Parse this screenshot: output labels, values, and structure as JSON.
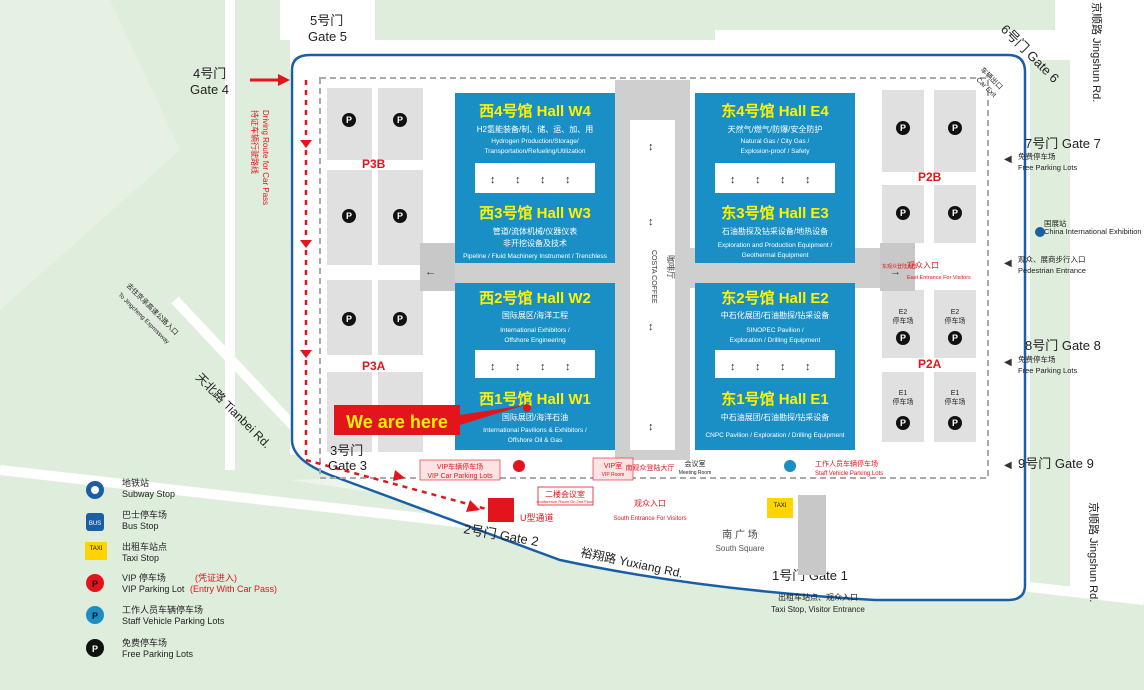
{
  "gates": {
    "gate5_cn": "5号门",
    "gate5_en": "Gate 5",
    "gate4_cn": "4号门",
    "gate4_en": "Gate 4",
    "gate6": "6号门 Gate 6",
    "gate7_cn": "7号门 Gate 7",
    "gate8_cn": "8号门 Gate 8",
    "gate9": "9号门 Gate 9",
    "gate3_cn": "3号门",
    "gate3_en": "Gate 3",
    "gate2": "2号门 Gate 2",
    "gate1": "1号门 Gate 1"
  },
  "roads": {
    "jingshun_top": "京顺路 Jingshun Rd.",
    "jingshun_bottom": "京顺路 Jingshun Rd.",
    "tianbei": "天北路 Tianbei Rd.",
    "yuxiang": "裕翔路 Yuxiang Rd.",
    "expressway_cn": "去往京承高速公路入口",
    "expressway_en": "To Jingcheng Expressway"
  },
  "halls": [
    {
      "title": "西4号馆 Hall W4",
      "cn": "H2氢能装备/制、储、运、加、用",
      "en1": "Hydrogen Production/Storage/",
      "en2": "Transportation/Refueling/Utilization"
    },
    {
      "title": "西3号馆 Hall W3",
      "cn": "管道/流体机械/仪器仪表",
      "cn2": "非开挖设备及技术",
      "en1": "Pipeline / Fluid Machinery Instrument / Trenchless"
    },
    {
      "title": "西2号馆 Hall W2",
      "cn": "国际展区/海洋工程",
      "en1": "International Exhibitors /",
      "en2": "Offshore Engineering"
    },
    {
      "title": "西1号馆 Hall W1",
      "cn": "国际展团/海洋石油",
      "en1": "International Pavilions & Exhibitors /",
      "en2": "Offshore Oil & Gas"
    },
    {
      "title": "东4号馆 Hall E4",
      "cn": "天然气/燃气/防爆/安全防护",
      "en1": "Natural Gas / City Gas /",
      "en2": "Explosion-proof / Safety"
    },
    {
      "title": "东3号馆 Hall E3",
      "cn": "石油勘探及钻采设备/地热设备",
      "en1": "Exploration and Production Equipment /",
      "en2": "Geothermal Equipment"
    },
    {
      "title": "东2号馆 Hall E2",
      "cn": "中石化展团/石油勘探/钻采设备",
      "en1": "SINOPEC Pavilion /",
      "en2": "Exploration / Drilling Equipment"
    },
    {
      "title": "东1号馆 Hall E1",
      "cn": "中石油展团/石油勘探/钻采设备",
      "en1": "CNPC Pavilion / Exploration / Drilling Equipment"
    }
  ],
  "parking": {
    "p3b": "P3B",
    "p3a": "P3A",
    "p2b": "P2B",
    "p2a": "P2A",
    "e2_cn": "E2",
    "e2_sub": "停车场",
    "e1_cn": "E1",
    "e1_sub": "停车场"
  },
  "labels": {
    "we_are_here": "We are here",
    "car_exit_cn": "车辆出口",
    "car_exit_en": "Car Exit",
    "driving_route_cn": "持证车辆行驶路线",
    "driving_route_en": "Driving Route for Car Pass",
    "free_parking_cn": "免费停车场",
    "free_parking_en": "Free Parking Lots",
    "station_cn": "国展站",
    "station_en": "China International Exhibition Center Station",
    "ped_cn": "观众、展商步行入口",
    "ped_en": "Pedestrian Entrance",
    "east_entrance_cn": "观众入口",
    "east_entrance_en": "East Entrance For Visitors",
    "east_hall_cn": "东观众登陆大厅",
    "vip_parking_cn": "VIP车辆停车场",
    "vip_parking_en": "VIP Car Parking Lots",
    "vip_room_cn": "VIP室",
    "vip_room_en": "VIP Room",
    "south_hall_cn": "南观众登陆大厅",
    "meeting_cn": "会议室",
    "meeting_en": "Meeting Room",
    "staff_parking_cn": "工作人员车辆停车场",
    "staff_parking_en": "Staff Vehicle Parking Lots",
    "conf_cn": "二楼会议室",
    "conf_en": "Conference Room On 2nd Floor",
    "u_road": "U型通道",
    "south_entrance_cn": "观众入口",
    "south_entrance_en": "South Entrance For Visitors",
    "south_square_cn": "南 广 场",
    "south_square_en": "South Square",
    "taxi_cn": "出租车站点、观众入口",
    "taxi_en": "Taxi Stop,  Visitor Entrance",
    "coffee_cn": "咖啡厅",
    "coffee_en": "COSTA COFFEE"
  },
  "legend": [
    {
      "icon": "subway-icon",
      "cn": "地铁站",
      "en": "Subway Stop"
    },
    {
      "icon": "bus-icon",
      "cn": "巴士停车场",
      "en": "Bus Stop"
    },
    {
      "icon": "taxi-icon",
      "cn": "出租车站点",
      "en": "Taxi Stop"
    },
    {
      "icon": "vip-parking-icon",
      "cn": "VIP 停车场",
      "en": "VIP Parking Lot",
      "note_cn": "(凭证进入)",
      "note_en": "(Entry With Car Pass)"
    },
    {
      "icon": "staff-parking-icon",
      "cn": "工作人员车辆停车场",
      "en": "Staff Vehicle Parking Lots"
    },
    {
      "icon": "free-parking-icon",
      "cn": "免费停车场",
      "en": "Free Parking Lots"
    }
  ],
  "icons": {
    "p": "P",
    "bus": "BUS",
    "taxi": "TAXI"
  },
  "colors": {
    "hall": "#1a8fc5",
    "hall_title": "#fff200",
    "accent": "#e3141c",
    "road": "#1a5fa3",
    "green": "#dbe9d5"
  }
}
